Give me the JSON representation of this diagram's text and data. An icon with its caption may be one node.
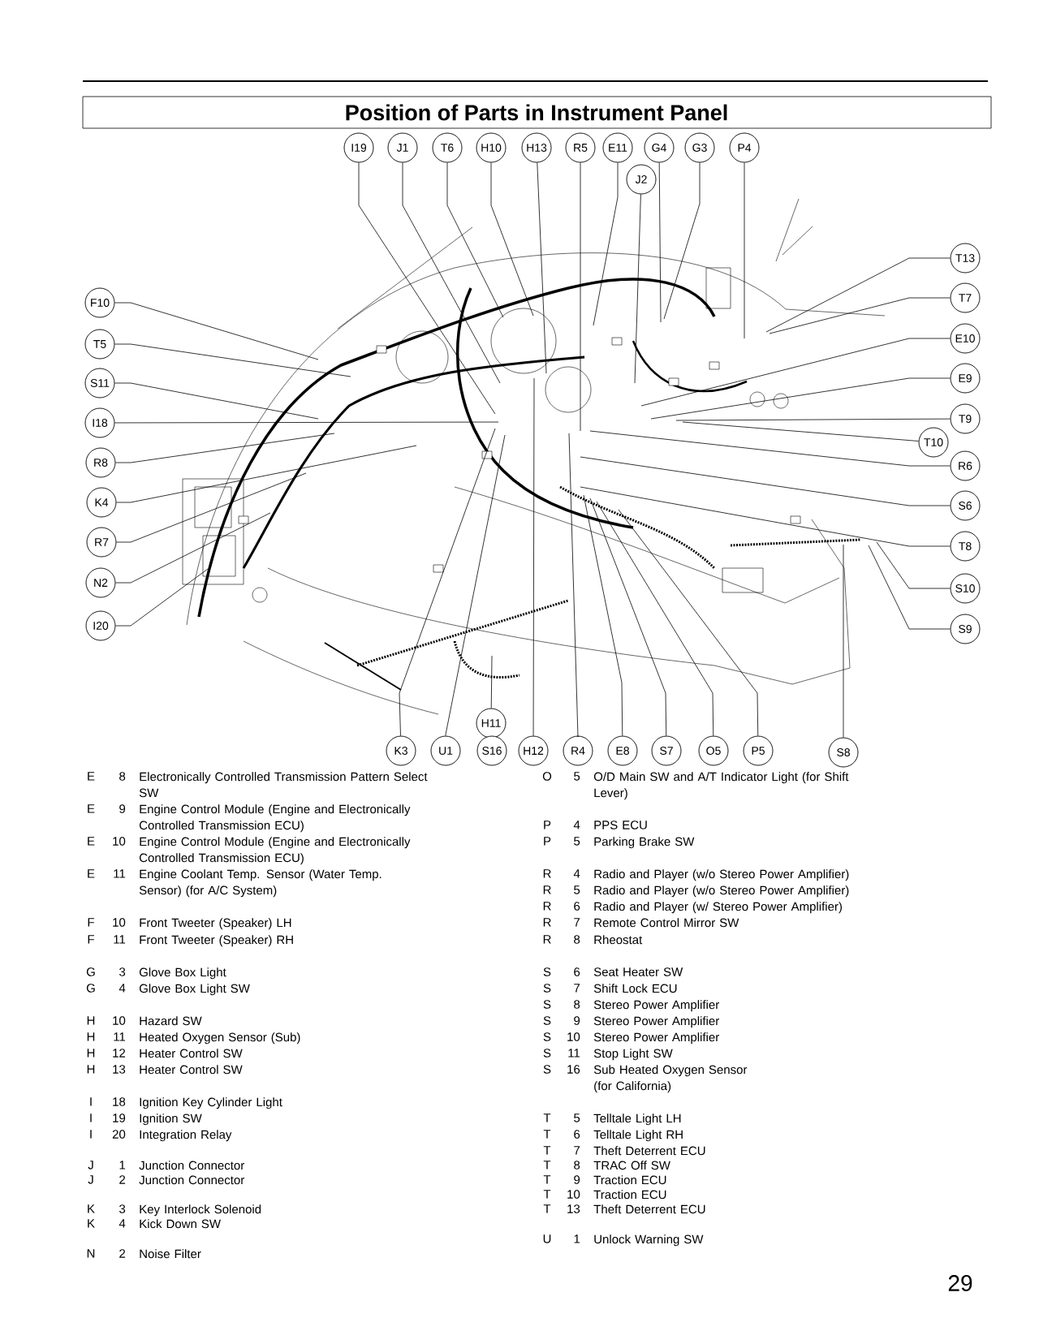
{
  "diagram": {
    "title": "Position of Parts in Instrument Panel",
    "nodes": [
      {
        "text": [
          "I19"
        ]
      },
      {
        "text": [
          "J1"
        ]
      },
      {
        "text": [
          "T6"
        ]
      },
      {
        "text": [
          "H10"
        ]
      },
      {
        "text": [
          "H13"
        ]
      },
      {
        "text": [
          "R5"
        ]
      },
      {
        "text": [
          "E11"
        ]
      },
      {
        "text": [
          "G4"
        ]
      },
      {
        "text": [
          "G3"
        ]
      },
      {
        "text": [
          "P4"
        ]
      },
      {
        "text": [
          "J2"
        ]
      },
      {
        "text": [
          "F10"
        ]
      },
      {
        "text": [
          "T5"
        ]
      },
      {
        "text": [
          "S11"
        ]
      },
      {
        "text": [
          "I18"
        ]
      },
      {
        "text": [
          "R8"
        ]
      },
      {
        "text": [
          "K4"
        ]
      },
      {
        "text": [
          "R7"
        ]
      },
      {
        "text": [
          "N2"
        ]
      },
      {
        "text": [
          "I20"
        ]
      },
      {
        "text": [
          "T13"
        ]
      },
      {
        "text": [
          "T7"
        ]
      },
      {
        "text": [
          "E10"
        ]
      },
      {
        "text": [
          "E9"
        ]
      },
      {
        "text": [
          "T9"
        ]
      },
      {
        "text": [
          "T10"
        ]
      },
      {
        "text": [
          "R6"
        ]
      },
      {
        "text": [
          "S6"
        ]
      },
      {
        "text": [
          "T8"
        ]
      },
      {
        "text": [
          "S10"
        ]
      },
      {
        "text": [
          "S9"
        ]
      },
      {
        "text": [
          "K3"
        ]
      },
      {
        "text": [
          "U1"
        ]
      },
      {
        "text": [
          "H11"
        ]
      },
      {
        "text": [
          "S16"
        ]
      },
      {
        "text": [
          "H12"
        ]
      },
      {
        "text": [
          "R4"
        ]
      },
      {
        "text": [
          "E8"
        ]
      },
      {
        "text": [
          "S7"
        ]
      },
      {
        "text": [
          "O5"
        ]
      },
      {
        "text": [
          "P5"
        ]
      },
      {
        "text": [
          "S8"
        ]
      }
    ],
    "edges": [
      {
        "from": 0,
        "to": null,
        "arrow": "none"
      },
      {
        "from": 1,
        "to": null,
        "arrow": "none"
      },
      {
        "from": 2,
        "to": null,
        "arrow": "none"
      },
      {
        "from": 3,
        "to": null,
        "arrow": "none"
      },
      {
        "from": 4,
        "to": null,
        "arrow": "none"
      },
      {
        "from": 5,
        "to": null,
        "arrow": "none"
      },
      {
        "from": 6,
        "to": null,
        "arrow": "none"
      },
      {
        "from": 7,
        "to": null,
        "arrow": "none"
      },
      {
        "from": 8,
        "to": null,
        "arrow": "none"
      },
      {
        "from": 9,
        "to": null,
        "arrow": "none"
      },
      {
        "from": 10,
        "to": null,
        "arrow": "none"
      },
      {
        "from": 11,
        "to": null,
        "arrow": "none"
      },
      {
        "from": 12,
        "to": null,
        "arrow": "none"
      },
      {
        "from": 13,
        "to": null,
        "arrow": "none"
      },
      {
        "from": 14,
        "to": null,
        "arrow": "none"
      },
      {
        "from": 15,
        "to": null,
        "arrow": "none"
      },
      {
        "from": 16,
        "to": null,
        "arrow": "none"
      },
      {
        "from": 17,
        "to": null,
        "arrow": "none"
      },
      {
        "from": 18,
        "to": null,
        "arrow": "none"
      },
      {
        "from": 19,
        "to": null,
        "arrow": "none"
      },
      {
        "from": 20,
        "to": null,
        "arrow": "none"
      },
      {
        "from": 21,
        "to": null,
        "arrow": "none"
      },
      {
        "from": 22,
        "to": null,
        "arrow": "none"
      },
      {
        "from": 23,
        "to": null,
        "arrow": "none"
      },
      {
        "from": 24,
        "to": null,
        "arrow": "none"
      },
      {
        "from": 25,
        "to": null,
        "arrow": "none"
      },
      {
        "from": 26,
        "to": null,
        "arrow": "none"
      },
      {
        "from": 27,
        "to": null,
        "arrow": "none"
      },
      {
        "from": 28,
        "to": null,
        "arrow": "none"
      },
      {
        "from": 29,
        "to": null,
        "arrow": "none"
      },
      {
        "from": 30,
        "to": null,
        "arrow": "none"
      },
      {
        "from": 31,
        "to": null,
        "arrow": "none"
      },
      {
        "from": 32,
        "to": null,
        "arrow": "none"
      },
      {
        "from": 33,
        "to": null,
        "arrow": "none"
      },
      {
        "from": 35,
        "to": null,
        "arrow": "none"
      },
      {
        "from": 36,
        "to": null,
        "arrow": "none"
      },
      {
        "from": 37,
        "to": null,
        "arrow": "none"
      },
      {
        "from": 38,
        "to": null,
        "arrow": "none"
      },
      {
        "from": 39,
        "to": null,
        "arrow": "none"
      },
      {
        "from": 40,
        "to": null,
        "arrow": "none"
      },
      {
        "from": 41,
        "to": null,
        "arrow": "none"
      }
    ],
    "labels": [
      "E",
      "8",
      "Electronically Controlled Transmission Pattern Select SW",
      "E",
      "9",
      "Engine Control Module (Engine and Electronically Controlled Transmission ECU)",
      "E",
      "10",
      "Engine Control Module (Engine and Electronically Controlled Transmission ECU)",
      "E",
      "11",
      "Engine Coolant Temp. Sensor (Water Temp. Sensor) (for A/C System)",
      "F",
      "10",
      "Front Tweeter (Speaker) LH",
      "F",
      "11",
      "Front Tweeter (Speaker) RH",
      "G",
      "3",
      "Glove Box Light",
      "G",
      "4",
      "Glove Box Light SW",
      "H",
      "10",
      "Hazard SW",
      "H",
      "11",
      "Heated Oxygen Sensor (Sub)",
      "H",
      "12",
      "Heater Control SW",
      "H",
      "13",
      "Heater Control SW",
      "I",
      "18",
      "Ignition Key Cylinder Light",
      "I",
      "19",
      "Ignition SW",
      "I",
      "20",
      "Integration Relay",
      "J",
      "1",
      "Junction Connector",
      "J",
      "2",
      "Junction Connector",
      "K",
      "3",
      "Key Interlock Solenoid",
      "K",
      "4",
      "Kick Down SW",
      "N",
      "2",
      "Noise Filter",
      "O",
      "5",
      "O/D Main SW and A/T Indicator Light (for Shift Lever)",
      "P",
      "4",
      "PPS ECU",
      "P",
      "5",
      "Parking Brake SW",
      "R",
      "4",
      "Radio and Player (w/o Stereo Power Amplifier)",
      "R",
      "5",
      "Radio and Player (w/o Stereo Power Amplifier)",
      "R",
      "6",
      "Radio and Player (w/ Stereo Power Amplifier)",
      "R",
      "7",
      "Remote Control Mirror SW",
      "R",
      "8",
      "Rheostat",
      "S",
      "6",
      "Seat Heater SW",
      "S",
      "7",
      "Shift Lock ECU",
      "S",
      "8",
      "Stereo Power Amplifier",
      "S",
      "9",
      "Stereo Power Amplifier",
      "S",
      "10",
      "Stereo Power Amplifier",
      "S",
      "11",
      "Stop Light SW",
      "S",
      "16",
      "Sub Heated Oxygen Sensor (for California)",
      "T",
      "5",
      "Telltale Light LH",
      "T",
      "6",
      "Telltale Light RH",
      "T",
      "7",
      "Theft Deterrent ECU",
      "T",
      "8",
      "TRAC Off SW",
      "T",
      "9",
      "Traction ECU",
      "T",
      "10",
      "Traction ECU",
      "T",
      "13",
      "Theft Deterrent ECU",
      "U",
      "1",
      "Unlock Warning SW",
      "29"
    ]
  }
}
